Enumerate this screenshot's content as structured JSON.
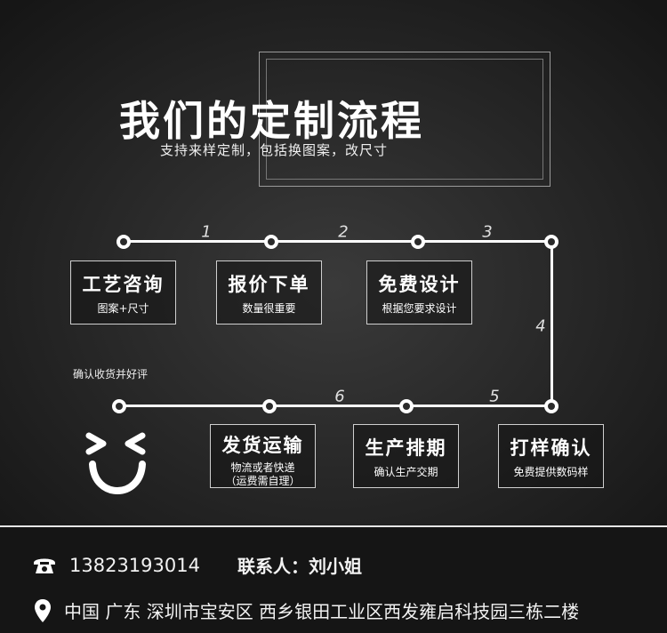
{
  "header": {
    "title": "我们的定制流程",
    "subtitle": "支持来样定制，包括换图案，改尺寸"
  },
  "steps": [
    {
      "number": "1",
      "title": "工艺咨询",
      "desc_lines": [
        "图案+尺寸"
      ]
    },
    {
      "number": "2",
      "title": "报价下单",
      "desc_lines": [
        "数量很重要"
      ]
    },
    {
      "number": "3",
      "title": "免费设计",
      "desc_lines": [
        "根据您要求设计"
      ]
    },
    {
      "number": "4",
      "title": "打样确认",
      "desc_lines": [
        "免费提供数码样"
      ]
    },
    {
      "number": "5",
      "title": "生产排期",
      "desc_lines": [
        "确认生产交期"
      ]
    },
    {
      "number": "6",
      "title": "发货运输",
      "desc_lines": [
        "物流或者快递",
        "（运费需自理）"
      ]
    }
  ],
  "final_step": {
    "label": "确认收货并好评",
    "icon": "smiley-face-icon"
  },
  "contact": {
    "phone_icon": "phone-icon",
    "phone": "13823193014",
    "contact_label": "联系人：刘小姐",
    "location_icon": "location-pin-icon",
    "address": "中国 广东 深圳市宝安区 西乡银田工业区西发雍启科技园三栋二楼"
  },
  "colors": {
    "background": "#262626",
    "line": "#ffffff",
    "footer": "#151515"
  }
}
